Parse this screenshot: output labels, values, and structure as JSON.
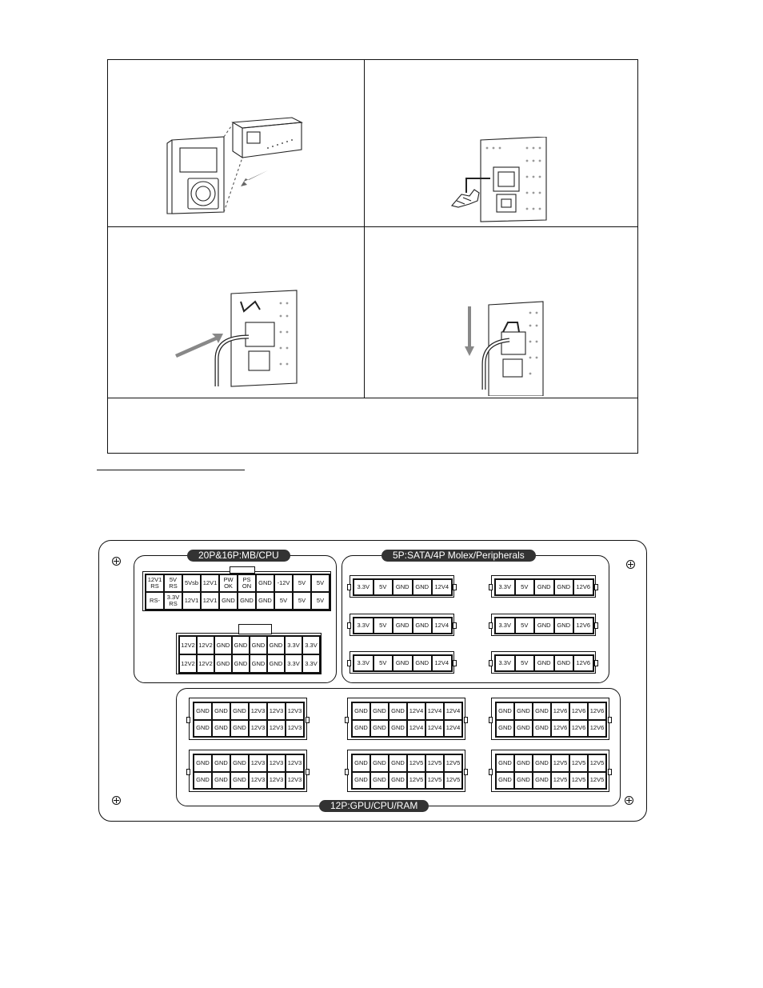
{
  "connector_panel": {
    "mb_cpu_label": "20P&16P:MB/CPU",
    "peripherals_label": "5P:SATA/4P Molex/Peripherals",
    "gpu_label": "12P:GPU/CPU/RAM",
    "mb20": [
      [
        "12V1\nRS",
        "5V\nRS",
        "5Vsb",
        "12V1",
        "PW\nOK",
        "PS\nON",
        "GND",
        "-12V",
        "5V",
        "5V"
      ],
      [
        "RS-",
        "3.3V\nRS",
        "12V1",
        "12V1",
        "GND",
        "GND",
        "GND",
        "5V",
        "5V",
        "5V"
      ]
    ],
    "cpu16": [
      [
        "12V2",
        "12V2",
        "GND",
        "GND",
        "GND",
        "GND",
        "3.3V",
        "3.3V"
      ],
      [
        "12V2",
        "12V2",
        "GND",
        "GND",
        "GND",
        "GND",
        "3.3V",
        "3.3V"
      ]
    ],
    "periph_left": [
      [
        "3.3V",
        "5V",
        "GND",
        "GND",
        "12V4"
      ],
      [
        "3.3V",
        "5V",
        "GND",
        "GND",
        "12V4"
      ],
      [
        "3.3V",
        "5V",
        "GND",
        "GND",
        "12V4"
      ]
    ],
    "periph_right": [
      [
        "3.3V",
        "5V",
        "GND",
        "GND",
        "12V6"
      ],
      [
        "3.3V",
        "5V",
        "GND",
        "GND",
        "12V6"
      ],
      [
        "3.3V",
        "5V",
        "GND",
        "GND",
        "12V6"
      ]
    ],
    "gpu": [
      [
        [
          "GND",
          "GND",
          "GND",
          "12V3",
          "12V3",
          "12V3"
        ],
        [
          "GND",
          "GND",
          "GND",
          "12V3",
          "12V3",
          "12V3"
        ]
      ],
      [
        [
          "GND",
          "GND",
          "GND",
          "12V4",
          "12V4",
          "12V4"
        ],
        [
          "GND",
          "GND",
          "GND",
          "12V4",
          "12V4",
          "12V4"
        ]
      ],
      [
        [
          "GND",
          "GND",
          "GND",
          "12V6",
          "12V6",
          "12V6"
        ],
        [
          "GND",
          "GND",
          "GND",
          "12V6",
          "12V6",
          "12V6"
        ]
      ],
      [
        [
          "GND",
          "GND",
          "GND",
          "12V3",
          "12V3",
          "12V3"
        ],
        [
          "GND",
          "GND",
          "GND",
          "12V3",
          "12V3",
          "12V3"
        ]
      ],
      [
        [
          "GND",
          "GND",
          "GND",
          "12V5",
          "12V5",
          "12V5"
        ],
        [
          "GND",
          "GND",
          "GND",
          "12V5",
          "12V5",
          "12V5"
        ]
      ],
      [
        [
          "GND",
          "GND",
          "GND",
          "12V5",
          "12V5",
          "12V5"
        ],
        [
          "GND",
          "GND",
          "GND",
          "12V5",
          "12V5",
          "12V5"
        ]
      ]
    ]
  },
  "illustrations": [
    "psu-install-illustration",
    "power-switch-illustration",
    "power-cord-insert-illustration",
    "cord-clip-illustration"
  ]
}
